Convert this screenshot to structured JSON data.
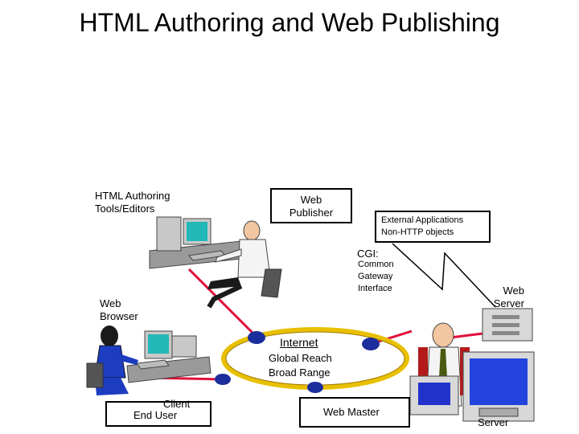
{
  "title": "HTML Authoring and Web Publishing",
  "labels": {
    "authoring_tools": [
      "HTML Authoring",
      "Tools/Editors"
    ],
    "web_publisher": [
      "Web",
      "Publisher"
    ],
    "external_apps": [
      "External Applications",
      "Non-HTTP objects"
    ],
    "cgi_title": "CGI:",
    "cgi_desc": [
      "Common",
      "Gateway",
      "Interface"
    ],
    "web_server": [
      "Web",
      "Server"
    ],
    "web_browser": [
      "Web",
      "Browser"
    ],
    "internet": "Internet",
    "internet_desc": [
      "Global Reach",
      "Broad Range"
    ],
    "client": "Client",
    "end_user": "End User",
    "web_master": "Web Master",
    "server": "Server"
  },
  "colors": {
    "link_line": "#e0103a",
    "ring": "#e8c000",
    "node": "#1c2e9c",
    "monitor_screen": "#22b8b8",
    "computer_body": "#c8c8c8"
  }
}
